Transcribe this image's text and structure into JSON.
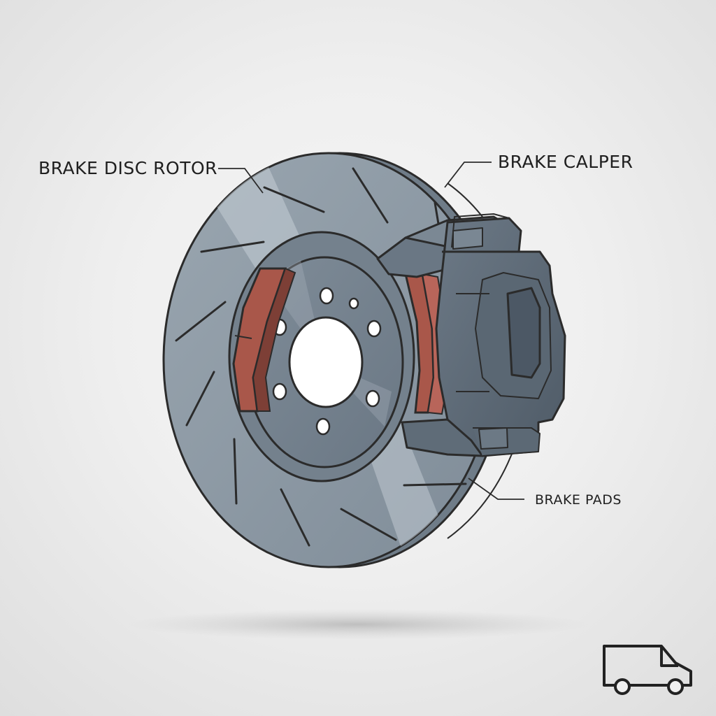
{
  "labels": {
    "rotor": "BRAKE DISC ROTOR",
    "caliper": "BRAKE CALPER",
    "pads": "BRAKE PADS"
  },
  "icons": {
    "corner": "delivery-van-icon"
  },
  "colors": {
    "rotor": "#8e9ba6",
    "rotor_hat": "#7b8894",
    "caliper": "#5e6b77",
    "pads": "#a9574a",
    "outline": "#2b2b2b",
    "background": "#efefef"
  }
}
